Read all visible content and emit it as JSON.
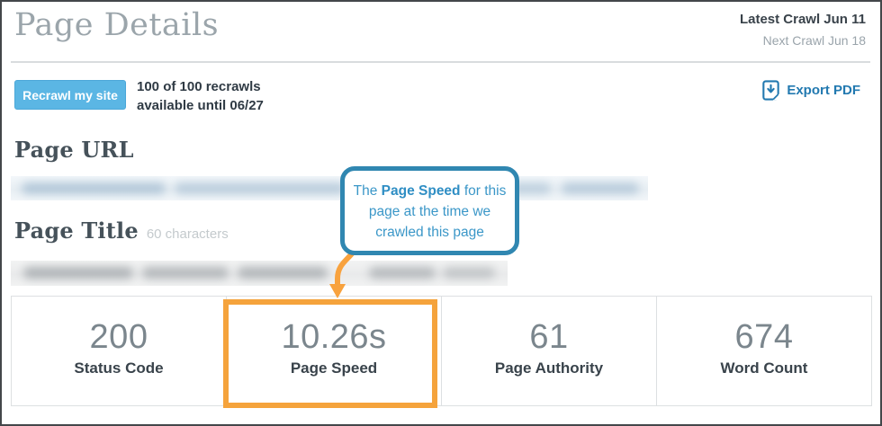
{
  "header": {
    "title": "Page Details",
    "latest_crawl": "Latest Crawl Jun 11",
    "next_crawl": "Next Crawl Jun 18"
  },
  "toolbar": {
    "recrawl_button": "Recrawl my site",
    "recrawl_info_line1": "100 of 100 recrawls",
    "recrawl_info_line2": "available until 06/27",
    "export_pdf_label": "Export PDF"
  },
  "sections": {
    "page_url_heading": "Page URL",
    "page_title_heading": "Page Title",
    "page_title_hint": "60 characters"
  },
  "callout": {
    "text_prefix": "The ",
    "text_bold": "Page Speed",
    "text_suffix": " for this page at the time we crawled this page"
  },
  "metrics": [
    {
      "value": "200",
      "label": "Status Code",
      "highlighted": false
    },
    {
      "value": "10.26s",
      "label": "Page Speed",
      "highlighted": true
    },
    {
      "value": "61",
      "label": "Page Authority",
      "highlighted": false
    },
    {
      "value": "674",
      "label": "Word Count",
      "highlighted": false
    }
  ],
  "colors": {
    "button_blue": "#5bb6e4",
    "link_blue": "#2279b0",
    "callout_border_blue": "#3087b1",
    "callout_text_blue": "#3b97c8",
    "highlight_orange": "#f5a33c",
    "heading_gray": "#9ba5ab",
    "slab_heading_dark": "#46525a",
    "metric_value_gray": "#7b868d",
    "metric_label_dark": "#39434b"
  }
}
